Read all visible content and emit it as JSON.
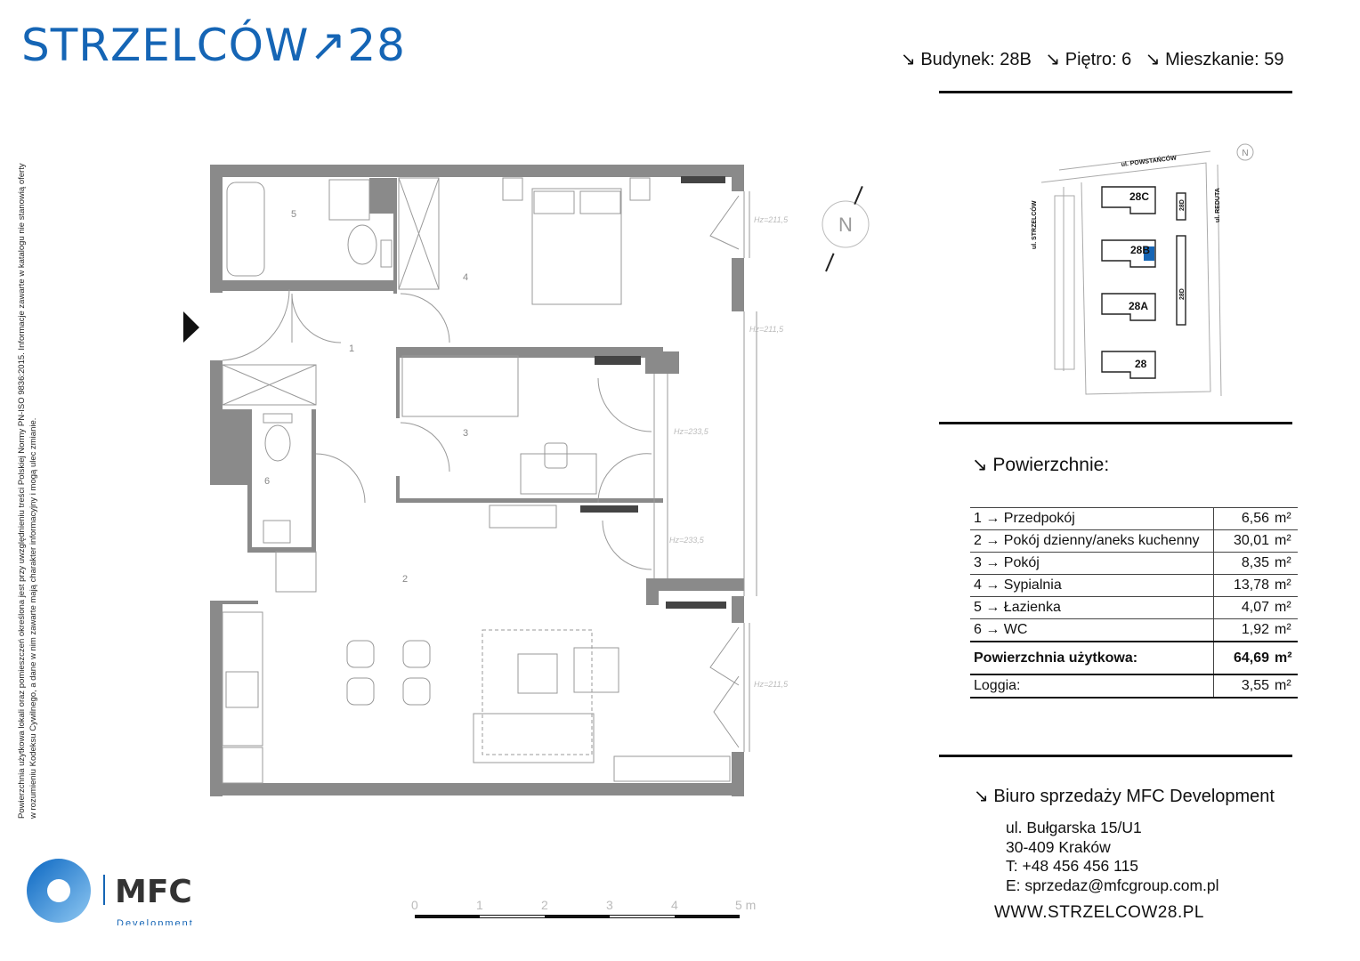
{
  "header": {
    "logo_text": "STRZELCÓW↗28",
    "building": "↘ Budynek: 28B",
    "floor": "↘ Piętro: 6",
    "apartment": "↘ Mieszkanie: 59"
  },
  "side_note": "Powierzchnia użytkowa lokali oraz pomieszczeń określona jest przy uwzględnieniu treści Polskiej Normy PN-ISO 9836:2015. Informacje zawarte w katalogu nie stanowią oferty w rozumieniu Kodeksu Cywilnego, a dane w nim zawarte mają charakter informacyjny i mogą ulec zmianie.",
  "plan": {
    "room_numbers": [
      "1",
      "2",
      "3",
      "4",
      "5",
      "6"
    ],
    "hz_labels": [
      "Hz=211,5",
      "Hz=211,5",
      "Hz=233,5",
      "Hz=233,5",
      "Hz=211,5"
    ],
    "compass": "N"
  },
  "site_plan": {
    "streets": [
      "ul. POWSTAŃCÓW",
      "ul. STRZELCÓW",
      "ul. REDUTA"
    ],
    "buildings": [
      "28C",
      "28B",
      "28A",
      "28",
      "28D",
      "28D"
    ],
    "compass": "N"
  },
  "surfaces": {
    "title": "↘  Powierzchnie:",
    "rows": [
      {
        "label": "1 → Przedpokój",
        "value": "6,56",
        "unit": "m²"
      },
      {
        "label": "2 → Pokój dzienny/aneks kuchenny",
        "value": "30,01",
        "unit": "m²"
      },
      {
        "label": "3 → Pokój",
        "value": "8,35",
        "unit": "m²"
      },
      {
        "label": "4 → Sypialnia",
        "value": "13,78",
        "unit": "m²"
      },
      {
        "label": "5 → Łazienka",
        "value": "4,07",
        "unit": "m²"
      },
      {
        "label": "6 → WC",
        "value": "1,92",
        "unit": "m²"
      }
    ],
    "total": {
      "label": "Powierzchnia użytkowa:",
      "value": "64,69",
      "unit": "m²"
    },
    "loggia": {
      "label": "Loggia:",
      "value": "3,55",
      "unit": "m²"
    }
  },
  "office": {
    "title": "↘ Biuro sprzedaży MFC Development",
    "street": "ul.   Bułgarska 15/U1",
    "city": "30-409 Kraków",
    "phone": "T: +48 456 456 115",
    "email": "E: sprzedaz@mfcgroup.com.pl",
    "website": "WWW.STRZELCOW28.PL"
  },
  "brand": {
    "name": "MFC",
    "subtitle": "Development",
    "accent": "#1565b5"
  },
  "scale": {
    "ticks": [
      "0",
      "1",
      "2",
      "3",
      "4",
      "5 m"
    ]
  }
}
